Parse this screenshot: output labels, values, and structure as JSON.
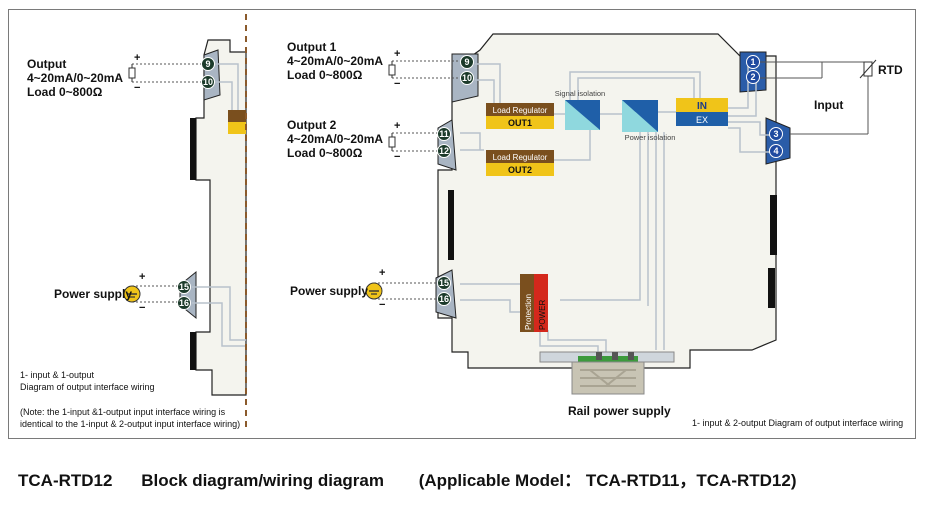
{
  "left_panel": {
    "output": {
      "title": "Output",
      "range": "4~20mA/0~20mA",
      "load": "Load 0~800Ω",
      "plus": "+",
      "minus": "−",
      "terminals": [
        "9",
        "10"
      ]
    },
    "power": {
      "label": "Power supply",
      "plus": "+",
      "minus": "−",
      "terminals": [
        "15",
        "16"
      ]
    },
    "caption_lines": [
      "1- input & 1-output",
      "Diagram of output interface wiring"
    ],
    "note_lines": [
      "(Note: the 1-input &1-output input interface wiring is",
      "identical to the 1-input & 2-output input interface wiring)"
    ]
  },
  "right_panel": {
    "output1": {
      "title": "Output 1",
      "range": "4~20mA/0~20mA",
      "load": "Load 0~800Ω",
      "plus": "+",
      "minus": "−",
      "terminals": [
        "9",
        "10"
      ]
    },
    "output2": {
      "title": "Output 2",
      "range": "4~20mA/0~20mA",
      "load": "Load 0~800Ω",
      "plus": "+",
      "minus": "−",
      "terminals": [
        "11",
        "12"
      ]
    },
    "power": {
      "label": "Power supply",
      "plus": "+",
      "minus": "−",
      "terminals": [
        "15",
        "16"
      ]
    },
    "input_terminals": [
      "1",
      "2",
      "3",
      "4"
    ],
    "rtd_label": "RTD",
    "input_label": "Input",
    "load_regulator_1": {
      "label": "Load Regulator",
      "out": "OUT1"
    },
    "load_regulator_2": {
      "label": "Load Regulator",
      "out": "OUT2"
    },
    "signal_isolation": "Signal isolation",
    "power_isolation": "Power isolation",
    "in_label": "IN",
    "ex_label": "EX",
    "protection_label": "Protection",
    "power_label": "POWER",
    "rail_label": "Rail power supply",
    "caption": "1- input & 2-output Diagram of output interface wiring"
  },
  "footer": {
    "model": "TCA-RTD12",
    "title": "Block diagram/wiring diagram",
    "applicable": "(Applicable Model：  TCA-RTD11，TCA-RTD12)"
  },
  "colors": {
    "terminal_gray": "#a9b5c3",
    "terminal_blue": "#2a5ca8",
    "module_body": "#f4f4ee",
    "load_reg_brown": "#7a4f1e",
    "out_yellow": "#f0c419",
    "isolation_teal": "#7fd0d8",
    "isolation_blue": "#1f5fa8",
    "power_red": "#d4281c",
    "wire_gray": "#b8c2cc",
    "dashed_brown": "#8b5a2b"
  }
}
